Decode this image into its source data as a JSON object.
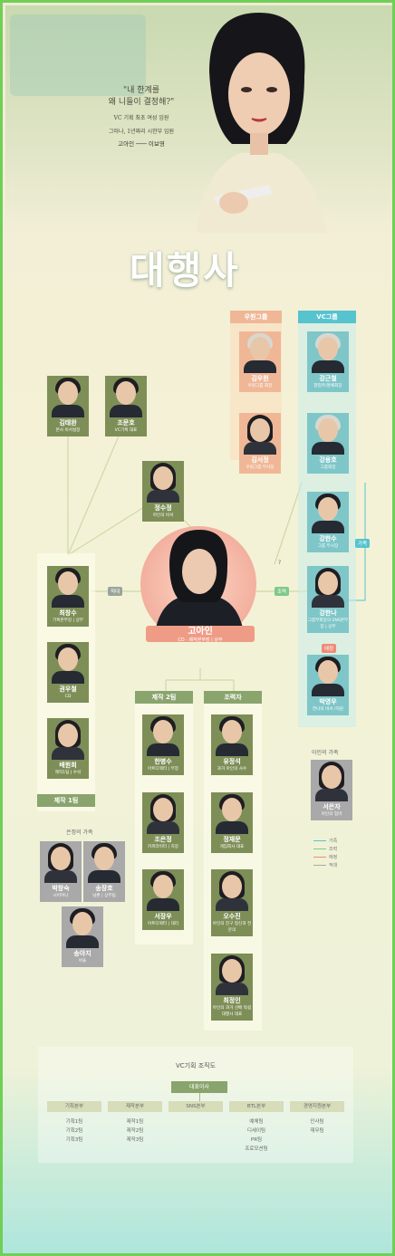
{
  "hero": {
    "quote_line1": "\"내 한계를",
    "quote_line2": "왜 니들이 결정해?\"",
    "desc_line1": "VC 기획 최초 여성 임원",
    "desc_line2": "그러나, 1년짜리 시한부 임원",
    "char_line": "고아인 ─── 이보영"
  },
  "logo_text": "대행사",
  "groups": {
    "woowon": "우원그룹",
    "vc": "VC그룹",
    "team2": "제작 2팀",
    "helpers": "조력자",
    "team1": "제작 1팀",
    "eunjeong_family": "은정의 가족",
    "ain_family": "아인의 가족"
  },
  "people": {
    "kimtaewan": {
      "name": "김태완",
      "role": "본사 비서실장"
    },
    "jomunho": {
      "name": "조문호",
      "role": "VC기획 대표"
    },
    "kimujeong": {
      "name": "김우원",
      "role": "우원그룹 회장"
    },
    "kimseojeong": {
      "name": "김서정",
      "role": "우원그룹 부사장"
    },
    "kanggeunchul": {
      "name": "강근철",
      "role": "창업주/명예회장"
    },
    "kangyongho": {
      "name": "강용호",
      "role": "그룹회장"
    },
    "jeongsujeong": {
      "name": "정수정",
      "role": "아인의 비서"
    },
    "kanghansu": {
      "name": "강한수",
      "role": "그룹 부사장"
    },
    "kanghanna": {
      "name": "강한나",
      "role": "그룹부회장의 SNS본부장 | 상무"
    },
    "parkyeongwoo": {
      "name": "박영우",
      "role": "한나의 비서 /지원"
    },
    "choechangsu": {
      "name": "최창수",
      "role": "기획본부장 | 상무"
    },
    "kwonucheol": {
      "name": "권우철",
      "role": "CD"
    },
    "baewonhee": {
      "name": "배원희",
      "role": "제작1팀 | 수석"
    },
    "goain": {
      "name": "고아인",
      "role": "CD · 제작본부장 | 상무"
    },
    "hanbyeongsu": {
      "name": "한병수",
      "role": "아트디렉터 | 부장"
    },
    "joeunjeong": {
      "name": "조은정",
      "role": "카피라이터 | 차장"
    },
    "seojangwoo": {
      "name": "서장우",
      "role": "아트디렉터 | 대리"
    },
    "yuseongseok": {
      "name": "유정석",
      "role": "과거 아인의 사수"
    },
    "jeongjaemun": {
      "name": "정재문",
      "role": "게임회사 대표"
    },
    "osujin": {
      "name": "오수진",
      "role": "아인의 친구 정신과 전문의"
    },
    "choejeongin": {
      "name": "최정인",
      "role": "아인의 과거 선배 독립대행사 대표"
    },
    "parkjeongsuk": {
      "name": "박창숙",
      "role": "시어머니"
    },
    "songjangho": {
      "name": "송장호",
      "role": "남편 | 상무팀"
    },
    "songaji": {
      "name": "송아지",
      "role": "아들"
    },
    "seoeunja": {
      "name": "서은자",
      "role": "아인의 엄마"
    }
  },
  "relations": {
    "rival": "적대",
    "helper": "조력",
    "love": "애정",
    "family": "가족",
    "question": "?"
  },
  "legend": [
    "가족",
    "조력",
    "애정",
    "적대"
  ],
  "colors": {
    "cap_green": "#8aa46e",
    "teal": "#56c3cf",
    "salmon": "#e89880",
    "olive_photo": "#7e8e57",
    "teal_photo": "#7fc6c8",
    "peach_photo": "#f0b796"
  },
  "org": {
    "title": "VC기획 조직도",
    "ceo": "대표이사",
    "departments": [
      {
        "name": "기획본부",
        "subs": [
          "기획1팀",
          "기획2팀",
          "기획3팀"
        ]
      },
      {
        "name": "제작본부",
        "subs": [
          "제작1팀",
          "제작2팀",
          "제작3팀"
        ]
      },
      {
        "name": "SNS본부",
        "subs": []
      },
      {
        "name": "BTL본부",
        "subs": [
          "예체팀",
          "디세이팀",
          "PR팀",
          "프로모션팀"
        ]
      },
      {
        "name": "경영지원본부",
        "subs": [
          "인사팀",
          "재무팀"
        ]
      }
    ]
  }
}
